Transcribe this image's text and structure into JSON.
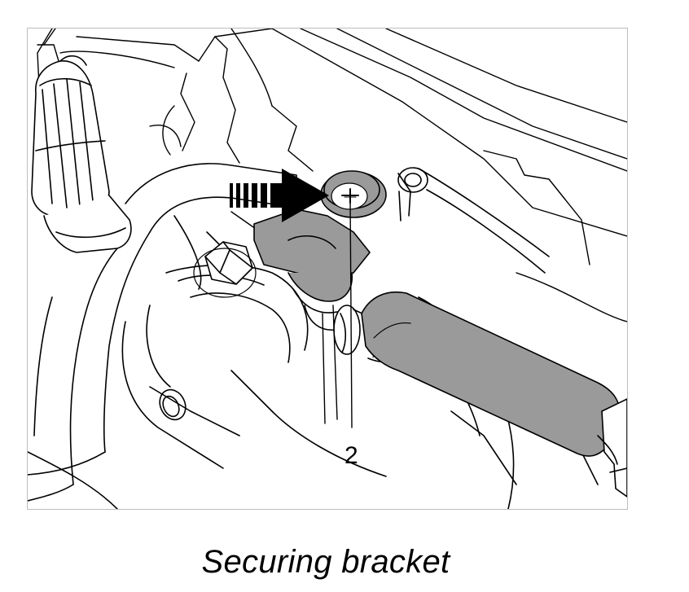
{
  "figure": {
    "callouts": [
      {
        "id": "callout-2",
        "label": "2"
      }
    ],
    "arrow": {
      "direction": "right",
      "style": "dashed-tail-solid-head",
      "color": "#000000"
    },
    "highlight_color": "#9a9a9a",
    "line_color": "#000000"
  },
  "caption": {
    "text": "Securing bracket"
  }
}
